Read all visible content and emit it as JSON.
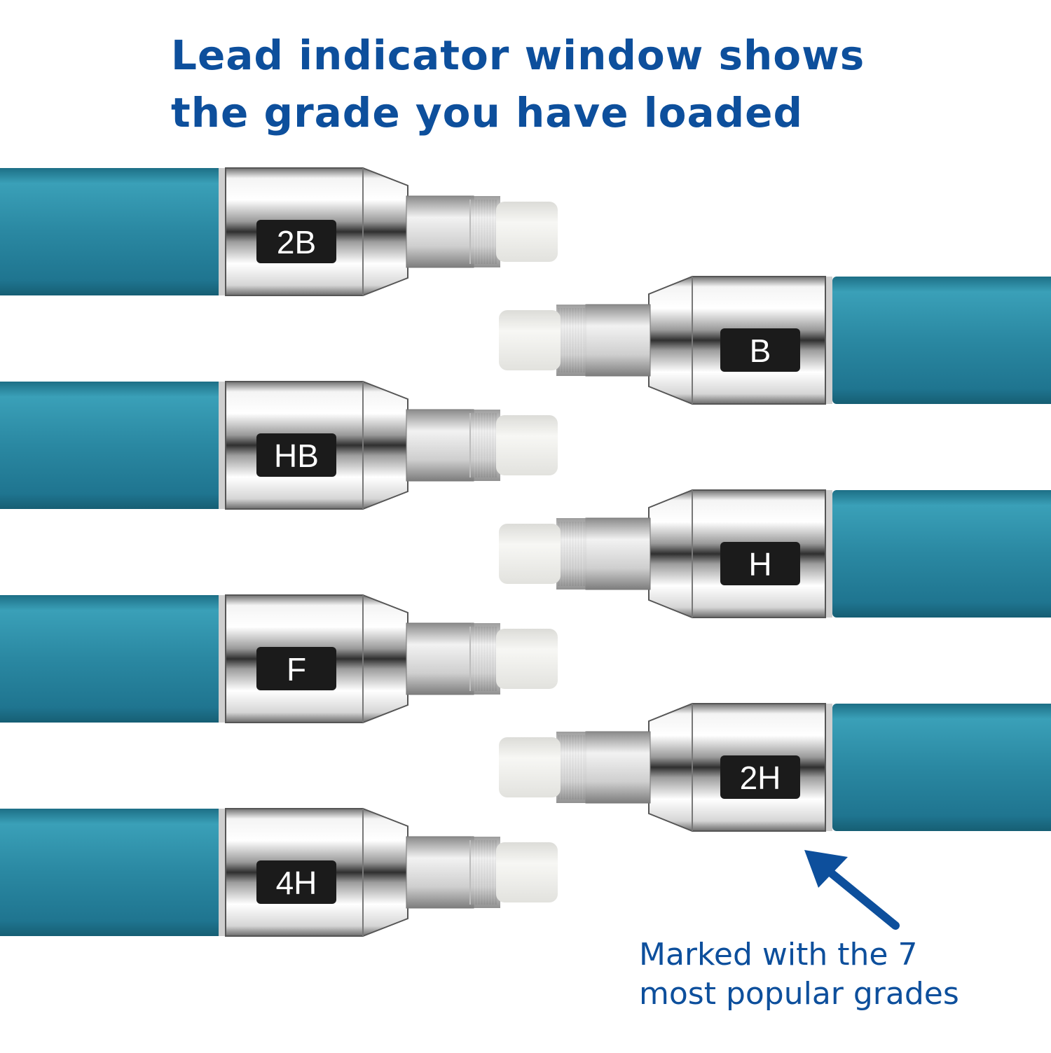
{
  "headline": {
    "line1": "Lead indicator window shows",
    "line2": "the grade you have loaded"
  },
  "caption": {
    "line1": "Marked with the 7",
    "line2": "most popular grades"
  },
  "pencils": [
    {
      "grade": "2B",
      "side": "left"
    },
    {
      "grade": "B",
      "side": "right"
    },
    {
      "grade": "HB",
      "side": "left"
    },
    {
      "grade": "H",
      "side": "right"
    },
    {
      "grade": "F",
      "side": "left"
    },
    {
      "grade": "2H",
      "side": "right"
    },
    {
      "grade": "4H",
      "side": "left"
    }
  ],
  "colors": {
    "text_blue": "#0d4f9c",
    "barrel_teal": "#2f8fa8",
    "chrome": "#d9d9d9",
    "window_black": "#1b1b1b",
    "eraser_white": "#f2f2ee",
    "background": "#ffffff"
  },
  "icons": {
    "arrow": "arrow-up-left-icon"
  }
}
